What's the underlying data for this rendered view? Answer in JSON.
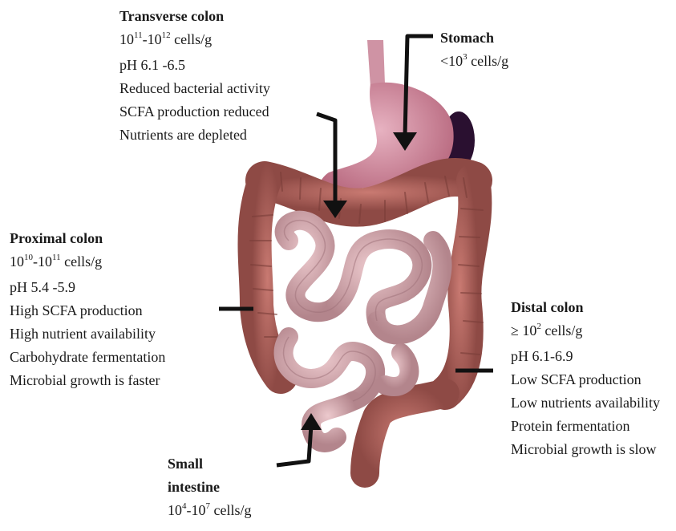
{
  "transverse_colon": {
    "title": "Transverse colon",
    "cells": {
      "base1": "10",
      "exp1": "11",
      "sep": "-",
      "base2": "10",
      "exp2": "12",
      "unit": " cells/g"
    },
    "lines": [
      "pH 6.1 -6.5",
      "Reduced bacterial activity",
      "SCFA production reduced",
      "Nutrients are depleted"
    ]
  },
  "stomach": {
    "title": "Stomach",
    "cells": {
      "prefix": "<10",
      "exp": "3",
      "unit": " cells/g"
    }
  },
  "proximal_colon": {
    "title": "Proximal colon",
    "cells": {
      "base1": "10",
      "exp1": "10",
      "sep": "-",
      "base2": "10",
      "exp2": "11",
      "unit": " cells/g"
    },
    "lines": [
      "pH 5.4 -5.9",
      "High SCFA production",
      "High nutrient availability",
      "Carbohydrate fermentation",
      "Microbial growth is faster"
    ]
  },
  "distal_colon": {
    "title": "Distal colon",
    "cells": {
      "prefix": "≥ 10",
      "exp": "2",
      "unit": " cells/g"
    },
    "lines": [
      "pH 6.1-6.9",
      "Low SCFA production",
      "Low nutrients availability",
      "Protein fermentation",
      "Microbial growth is slow"
    ]
  },
  "small_intestine": {
    "title_line1": "Small",
    "title_line2": "intestine",
    "cells": {
      "base1": "10",
      "exp1": "4",
      "sep": "-",
      "base2": "10",
      "exp2": "7",
      "unit": " cells/g"
    }
  },
  "colors": {
    "colon": "#b86a64",
    "colon_dark": "#8e4a45",
    "small_intestine": "#d9aab0",
    "small_intestine_dark": "#a87a82",
    "stomach": "#d695a8",
    "spleen": "#2a1030",
    "arrow": "#111111"
  }
}
